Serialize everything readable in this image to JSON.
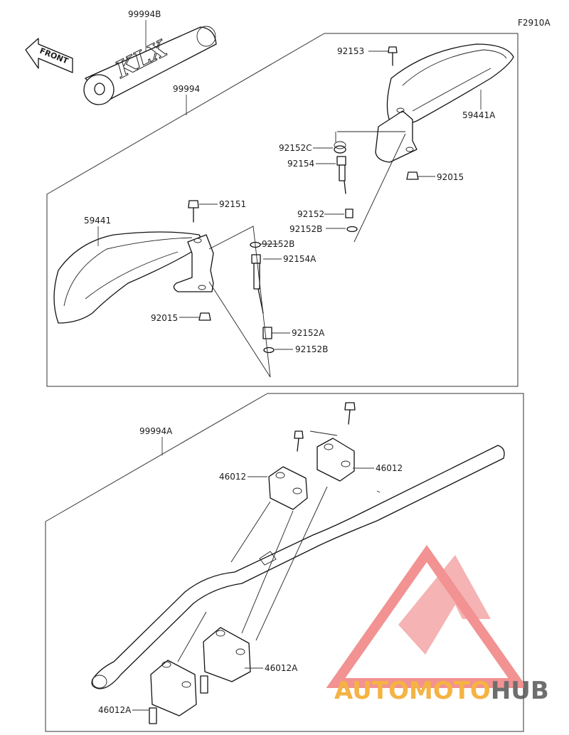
{
  "figure_id": "F2910A",
  "front_label": "FRONT",
  "pad_logo_text": "KLX",
  "labels": {
    "l_99994B": "99994B",
    "l_99994": "99994",
    "l_99994A": "99994A",
    "l_92153": "92153",
    "l_59441A": "59441A",
    "l_92152C": "92152C",
    "l_92154": "92154",
    "l_92015_a": "92015",
    "l_92152": "92152",
    "l_92152B_a": "92152B",
    "l_92151": "92151",
    "l_59441": "59441",
    "l_92152B_b": "92152B",
    "l_92154A": "92154A",
    "l_92015_b": "92015",
    "l_92152A": "92152A",
    "l_92152B_c": "92152B",
    "l_46012_a": "46012",
    "l_46012_b": "46012",
    "l_46012A_a": "46012A",
    "l_46012A_b": "46012A"
  },
  "watermark": {
    "part1": "AUTO",
    "part2": "MOTO",
    "part3": "HUB",
    "color_primary": "#f4a623",
    "color_secondary": "#555555",
    "triangle_color": "#f08080"
  }
}
